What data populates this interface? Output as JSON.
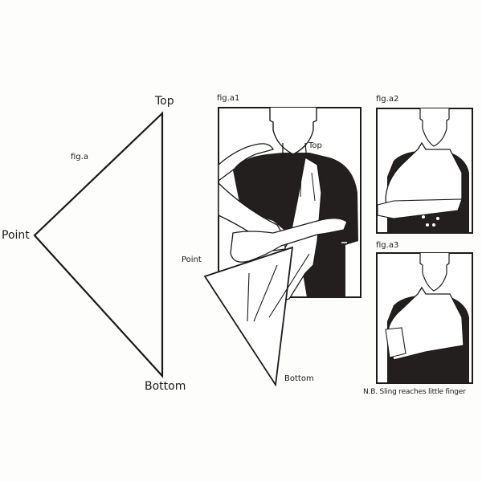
{
  "fig_a": {
    "caption": "fig.a",
    "labels": {
      "top": "Top",
      "point": "Point",
      "bottom": "Bottom"
    }
  },
  "fig_a1": {
    "caption": "fig.a1",
    "labels": {
      "top": "Top",
      "point": "Point",
      "bottom": "Bottom"
    }
  },
  "fig_a2": {
    "caption": "fig.a2"
  },
  "fig_a3": {
    "caption": "fig.a3",
    "note": "N.B. Sling reaches little finger"
  },
  "colors": {
    "ink": "#1a1a1a",
    "shirt": "#231f1e",
    "paper": "#fdfdfc"
  }
}
